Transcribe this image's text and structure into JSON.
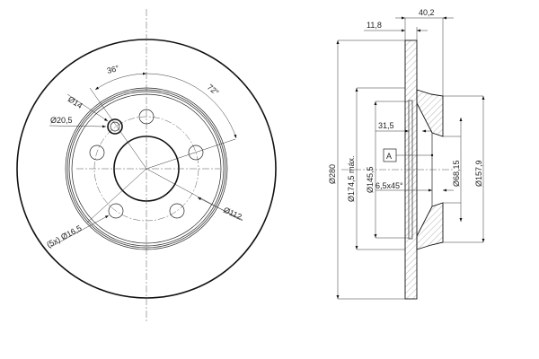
{
  "front_view": {
    "angle_36": "36°",
    "angle_72": "72°",
    "hole_dia_14": "Ø14",
    "hole_dia_20_5": "Ø20,5",
    "bolt_holes": "(5x) Ø16,5",
    "bolt_circle": "Ø112"
  },
  "side_view": {
    "width_total": "40,2",
    "disc_thickness": "11,8",
    "outer_dia": "Ø280",
    "hat_dia_max": "Ø174,5 máx.",
    "inner_dia": "Ø145,5",
    "depth": "31,5",
    "datum": "A",
    "chamfer": "6,5x45°",
    "center_bore": "Ø68,15",
    "hat_outer_dia": "Ø157,9"
  }
}
